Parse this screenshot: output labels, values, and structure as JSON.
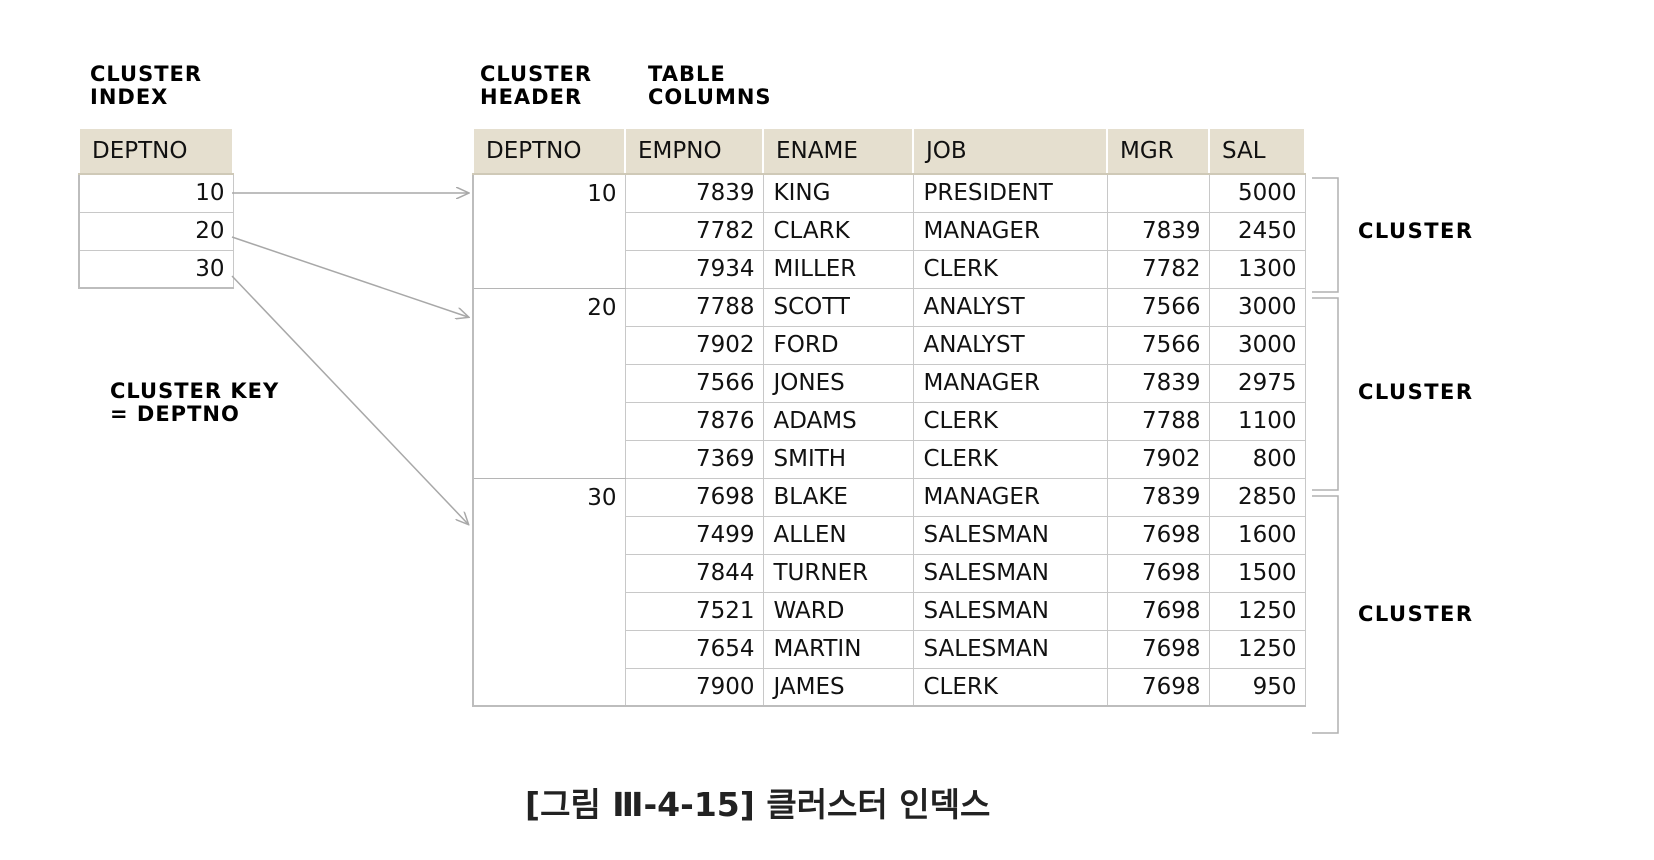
{
  "headings": {
    "cluster_index": [
      "CLUSTER",
      "INDEX"
    ],
    "cluster_header": [
      "CLUSTER",
      "HEADER"
    ],
    "table_columns": [
      "TABLE",
      "COLUMNS"
    ],
    "cluster_key": [
      "CLUSTER KEY",
      "= DEPTNO"
    ]
  },
  "cluster_index": {
    "header": "DEPTNO",
    "values": [
      "10",
      "20",
      "30"
    ]
  },
  "emp_table": {
    "columns": [
      "DEPTNO",
      "EMPNO",
      "ENAME",
      "JOB",
      "MGR",
      "SAL"
    ],
    "groups": [
      {
        "deptno": "10",
        "rows": [
          [
            "7839",
            "KING",
            "PRESIDENT",
            "",
            "5000"
          ],
          [
            "7782",
            "CLARK",
            "MANAGER",
            "7839",
            "2450"
          ],
          [
            "7934",
            "MILLER",
            "CLERK",
            "7782",
            "1300"
          ]
        ]
      },
      {
        "deptno": "20",
        "rows": [
          [
            "7788",
            "SCOTT",
            "ANALYST",
            "7566",
            "3000"
          ],
          [
            "7902",
            "FORD",
            "ANALYST",
            "7566",
            "3000"
          ],
          [
            "7566",
            "JONES",
            "MANAGER",
            "7839",
            "2975"
          ],
          [
            "7876",
            "ADAMS",
            "CLERK",
            "7788",
            "1100"
          ],
          [
            "7369",
            "SMITH",
            "CLERK",
            "7902",
            "800"
          ]
        ]
      },
      {
        "deptno": "30",
        "rows": [
          [
            "7698",
            "BLAKE",
            "MANAGER",
            "7839",
            "2850"
          ],
          [
            "7499",
            "ALLEN",
            "SALESMAN",
            "7698",
            "1600"
          ],
          [
            "7844",
            "TURNER",
            "SALESMAN",
            "7698",
            "1500"
          ],
          [
            "7521",
            "WARD",
            "SALESMAN",
            "7698",
            "1250"
          ],
          [
            "7654",
            "MARTIN",
            "SALESMAN",
            "7698",
            "1250"
          ],
          [
            "7900",
            "JAMES",
            "CLERK",
            "7698",
            "950"
          ]
        ]
      }
    ]
  },
  "cluster_labels": [
    "CLUSTER",
    "CLUSTER",
    "CLUSTER"
  ],
  "caption": "[그림 Ⅲ-4-15] 클러스터 인덱스",
  "colors": {
    "header_bg": "#e5dfcf",
    "grid_line": "#c8c8c8",
    "arrow": "#a8a8a8"
  }
}
